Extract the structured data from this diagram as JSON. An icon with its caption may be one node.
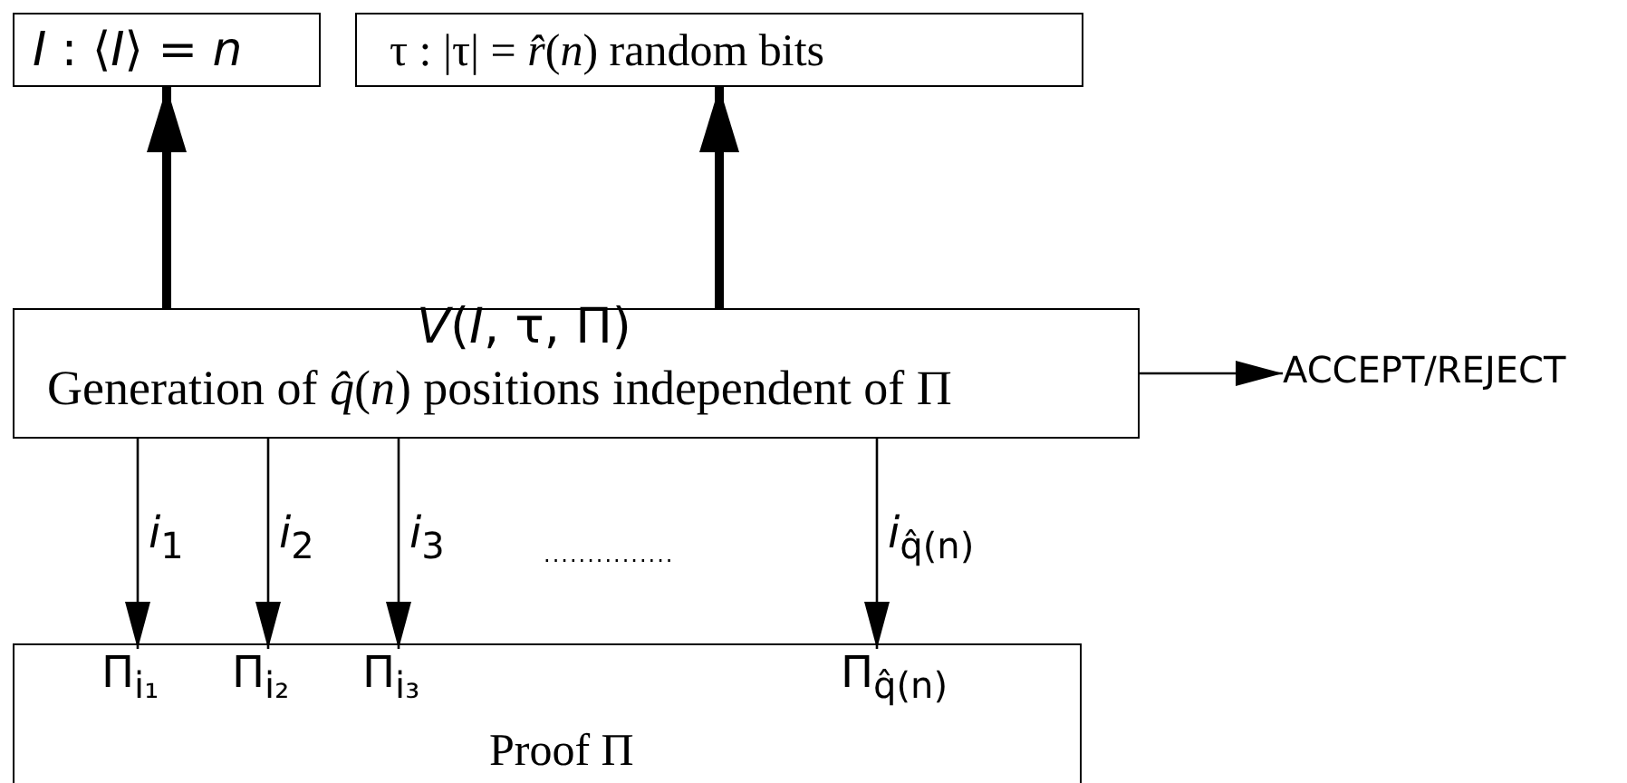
{
  "diagram": {
    "nodes": [
      {
        "text": [
          "*I* :  ⟨*I*⟩ = *n*"
        ]
      },
      {
        "text": [
          "τ :  |τ| = *r̂*(*n*) random bits"
        ]
      },
      {
        "text": [
          "*V*(*I*, τ, Π)",
          "Generation of *q̂*(*n*) positions independent of Π"
        ]
      },
      {
        "text": [
          "ACCEPT/REJECT"
        ]
      },
      {
        "text": [
          "Proof Π"
        ]
      },
      {
        "text": [
          "Π$_{i₁}$"
        ],
        "in": 4
      },
      {
        "text": [
          "Π$_{i₂}$"
        ],
        "in": 4
      },
      {
        "text": [
          "Π$_{i₃}$"
        ],
        "in": 4
      },
      {
        "text": [
          "Π$_{q̂(n)}$"
        ],
        "in": 4
      }
    ],
    "edges": [
      {
        "from": 2,
        "to": 0,
        "arrow": "to",
        "style": "thick"
      },
      {
        "from": 2,
        "to": 1,
        "arrow": "to",
        "style": "thick"
      },
      {
        "from": 2,
        "to": 3,
        "arrow": "to"
      },
      {
        "from": 2,
        "to": 5,
        "arrow": "to",
        "label": "*i*$_{1}$"
      },
      {
        "from": 2,
        "to": 6,
        "arrow": "to",
        "label": "*i*$_{2}$"
      },
      {
        "from": 2,
        "to": 7,
        "arrow": "to",
        "label": "*i*$_{3}$"
      },
      {
        "from": 2,
        "to": 8,
        "arrow": "to",
        "label": "*i*$_{q̂(n)}$"
      }
    ],
    "labels": [
      "..............."
    ]
  }
}
